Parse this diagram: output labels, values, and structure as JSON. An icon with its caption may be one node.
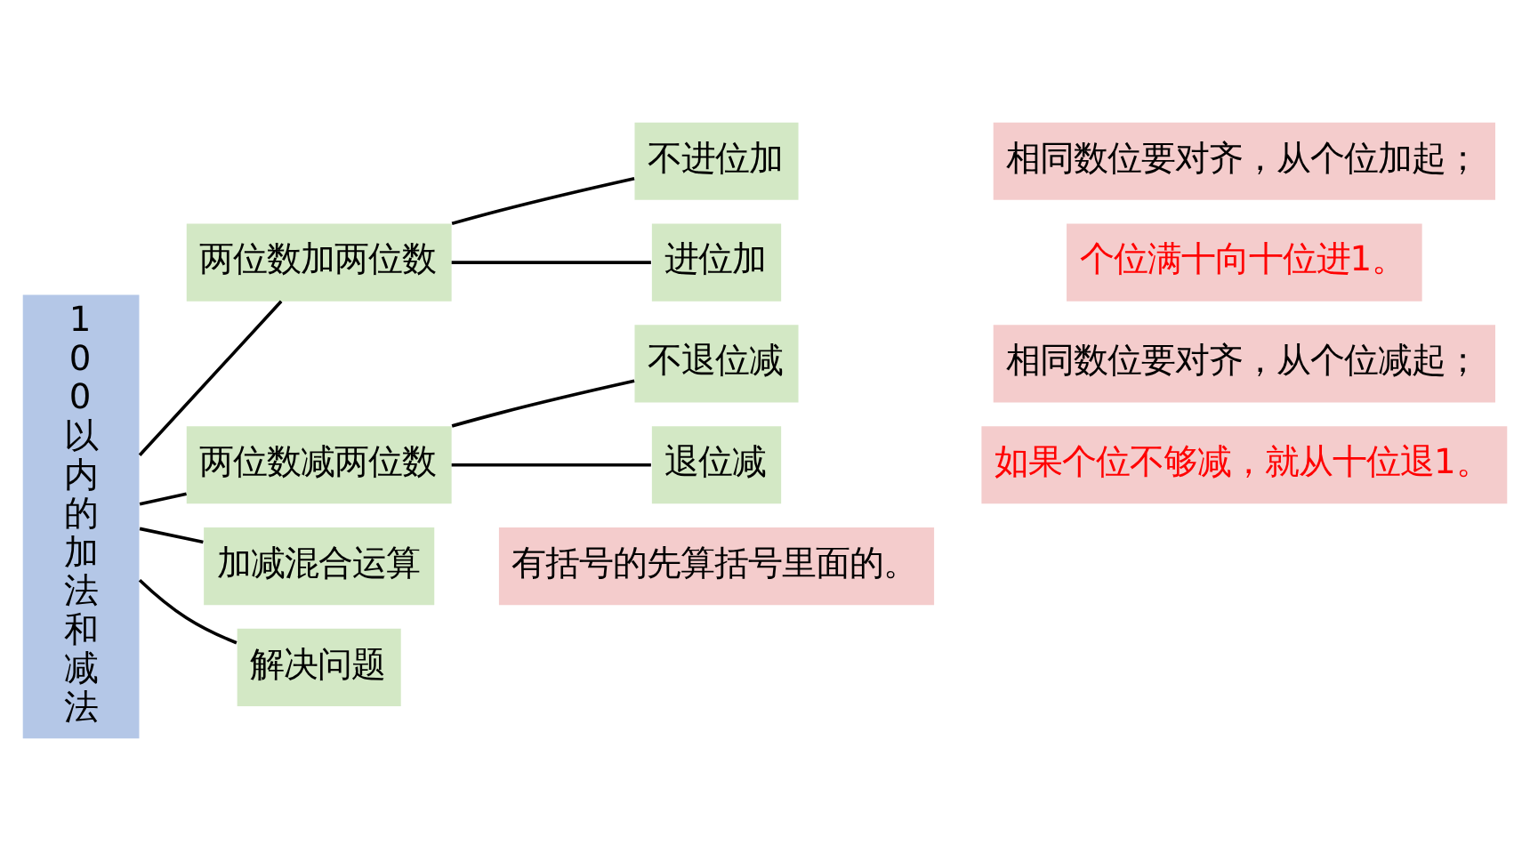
{
  "diagram": {
    "nodes": [
      {
        "text": [
          "100以内的加法和减法"
        ]
      },
      {
        "text": [
          "两位数加两位数"
        ]
      },
      {
        "text": [
          "不进位加"
        ]
      },
      {
        "text": [
          "相同数位要对齐，从个位加起；"
        ]
      },
      {
        "text": [
          "进位加"
        ]
      },
      {
        "text": [
          "个位满十向十位进1。"
        ]
      },
      {
        "text": [
          "两位数减两位数"
        ]
      },
      {
        "text": [
          "不退位减"
        ]
      },
      {
        "text": [
          "相同数位要对齐，从个位减起；"
        ]
      },
      {
        "text": [
          "退位减"
        ]
      },
      {
        "text": [
          "如果个位不够减，就从十位退1。"
        ]
      },
      {
        "text": [
          "加减混合运算"
        ]
      },
      {
        "text": [
          "有括号的先算括号里面的。"
        ]
      },
      {
        "text": [
          "解决问题"
        ]
      }
    ],
    "edges": [
      {
        "from": 0,
        "to": 1,
        "arrow": "none"
      },
      {
        "from": 0,
        "to": 6,
        "arrow": "none"
      },
      {
        "from": 0,
        "to": 11,
        "arrow": "none"
      },
      {
        "from": 0,
        "to": 13,
        "arrow": "none"
      },
      {
        "from": 1,
        "to": 2,
        "arrow": "none"
      },
      {
        "from": 1,
        "to": 4,
        "arrow": "none"
      },
      {
        "from": 6,
        "to": 7,
        "arrow": "none"
      },
      {
        "from": 6,
        "to": 9,
        "arrow": "none"
      }
    ]
  }
}
